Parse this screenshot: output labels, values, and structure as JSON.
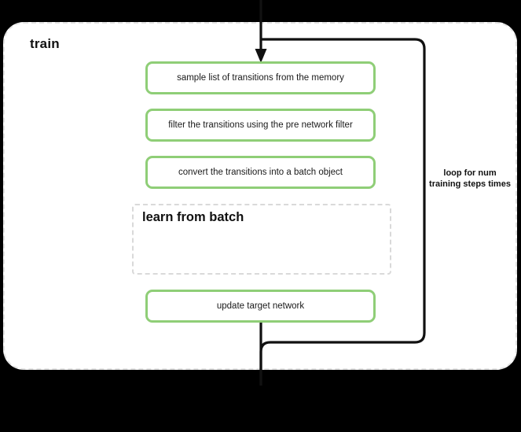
{
  "diagram": {
    "title": "train",
    "background_color": "#000000",
    "canvas_color": "#ffffff",
    "accent_color": "#8fce77",
    "dashed_border_color": "#e3e3e3",
    "arrow_color": "#111111"
  },
  "steps": [
    {
      "id": "sample",
      "label": "sample list of transitions from the memory"
    },
    {
      "id": "filter",
      "label": "filter the transitions using the pre network filter"
    },
    {
      "id": "convert",
      "label": "convert the transitions into a batch object"
    },
    {
      "id": "update",
      "label": "update target network"
    }
  ],
  "sub_block": {
    "title": "learn from batch"
  },
  "loop": {
    "label": "loop for num training steps times"
  }
}
